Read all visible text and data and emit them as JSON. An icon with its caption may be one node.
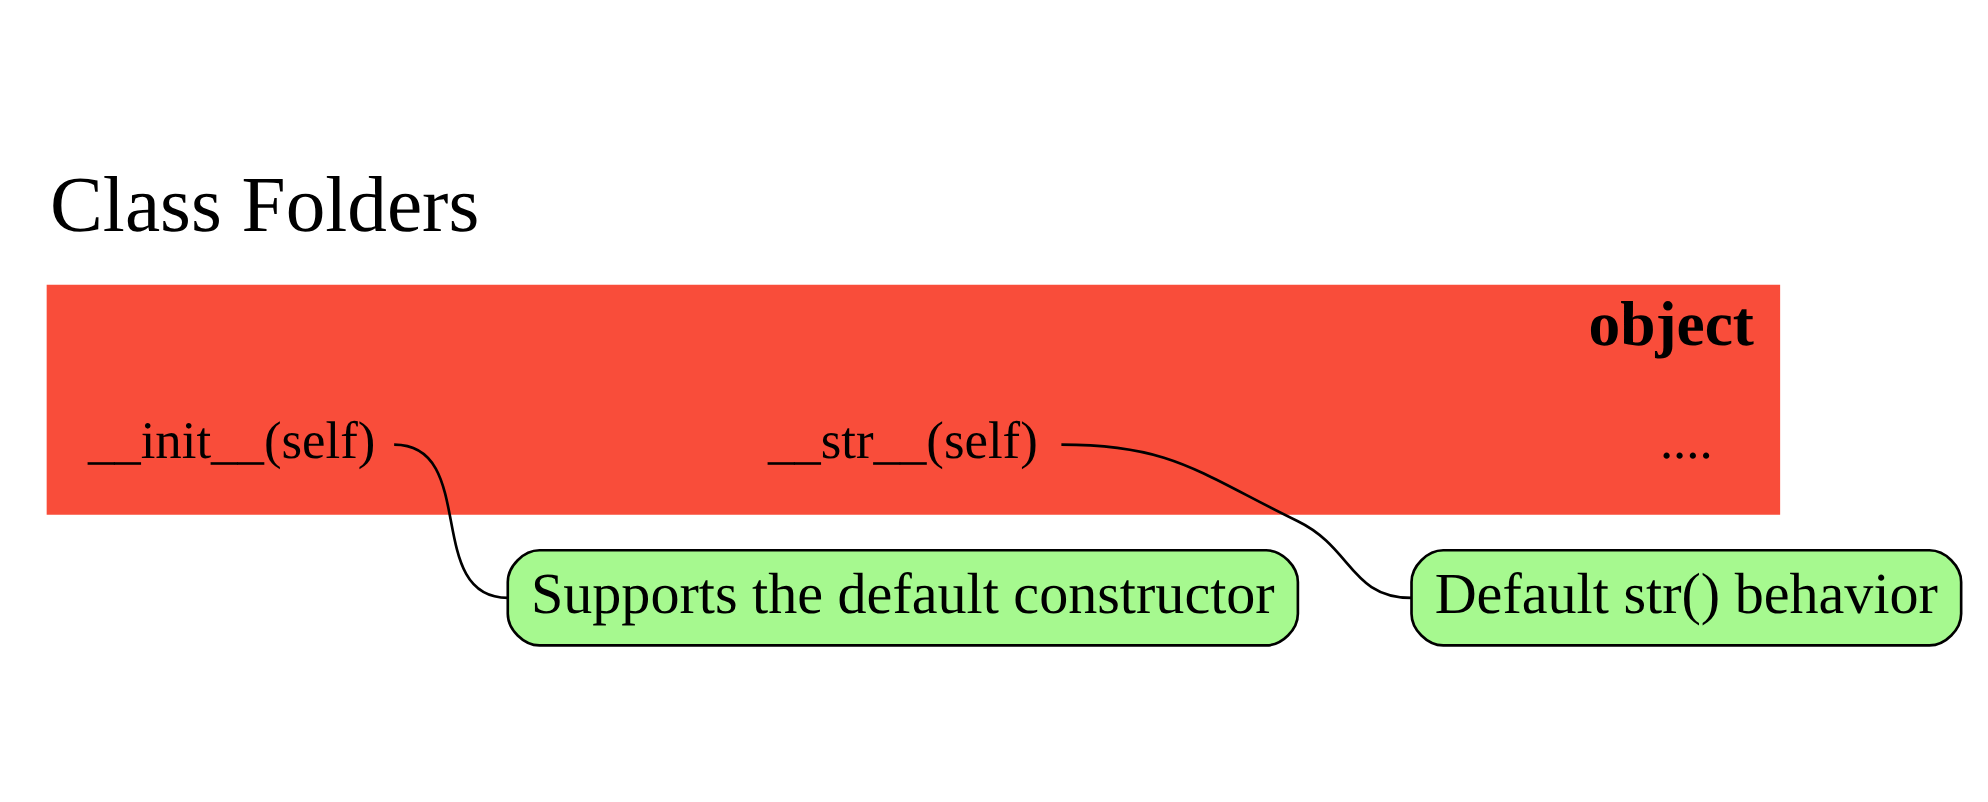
{
  "diagram": {
    "title": "Class Folders",
    "nodes": [
      {
        "text": [
          "object"
        ]
      },
      {
        "text": [
          "__init__(self)"
        ],
        "in": 0
      },
      {
        "text": [
          "__str__(self)"
        ],
        "in": 0
      },
      {
        "text": [
          "Supports the default constructor"
        ]
      },
      {
        "text": [
          "Default str() behavior"
        ]
      }
    ],
    "edges": [
      {
        "from": 3,
        "to": 1,
        "arrow": "none"
      },
      {
        "from": 4,
        "to": 2,
        "arrow": "none"
      }
    ],
    "labels": [
      "...."
    ]
  }
}
